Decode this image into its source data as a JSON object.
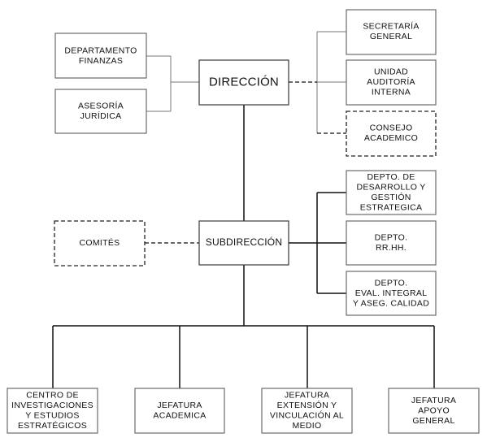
{
  "nodes": {
    "direccion": [
      "DIRECCIÓN"
    ],
    "subdireccion": [
      "SUBDIRECCIÓN"
    ],
    "dep_finanzas": [
      "DEPARTAMENTO",
      "FINANZAS"
    ],
    "asesoria": [
      "ASESORÍA",
      "JURÍDICA"
    ],
    "secretaria": [
      "SECRETARÍA",
      "GENERAL"
    ],
    "auditoria": [
      "UNIDAD",
      "AUDITORÍA",
      "INTERNA"
    ],
    "consejo": [
      "CONSEJO",
      "ACADEMICO"
    ],
    "comites": [
      "COMITÉS"
    ],
    "desarrollo": [
      "DEPTO. DE",
      "DESARROLLO Y",
      "GESTIÓN",
      "ESTRATEGICA"
    ],
    "rrhh": [
      "DEPTO.",
      "RR.HH."
    ],
    "evaluacion": [
      "DEPTO.",
      "EVAL. INTEGRAL",
      "Y ASEG. CALIDAD"
    ],
    "centro": [
      "CENTRO DE",
      "INVESTIGACIONES",
      "Y ESTUDIOS",
      "ESTRATÉGICOS"
    ],
    "jef_academica": [
      "JEFATURA",
      "ACADEMICA"
    ],
    "jef_extension": [
      "JEFATURA",
      "EXTENSIÓN Y",
      "VINCULACIÓN AL",
      "MEDIO"
    ],
    "jef_apoyo": [
      "JEFATURA",
      "APOYO",
      "GENERAL"
    ]
  }
}
